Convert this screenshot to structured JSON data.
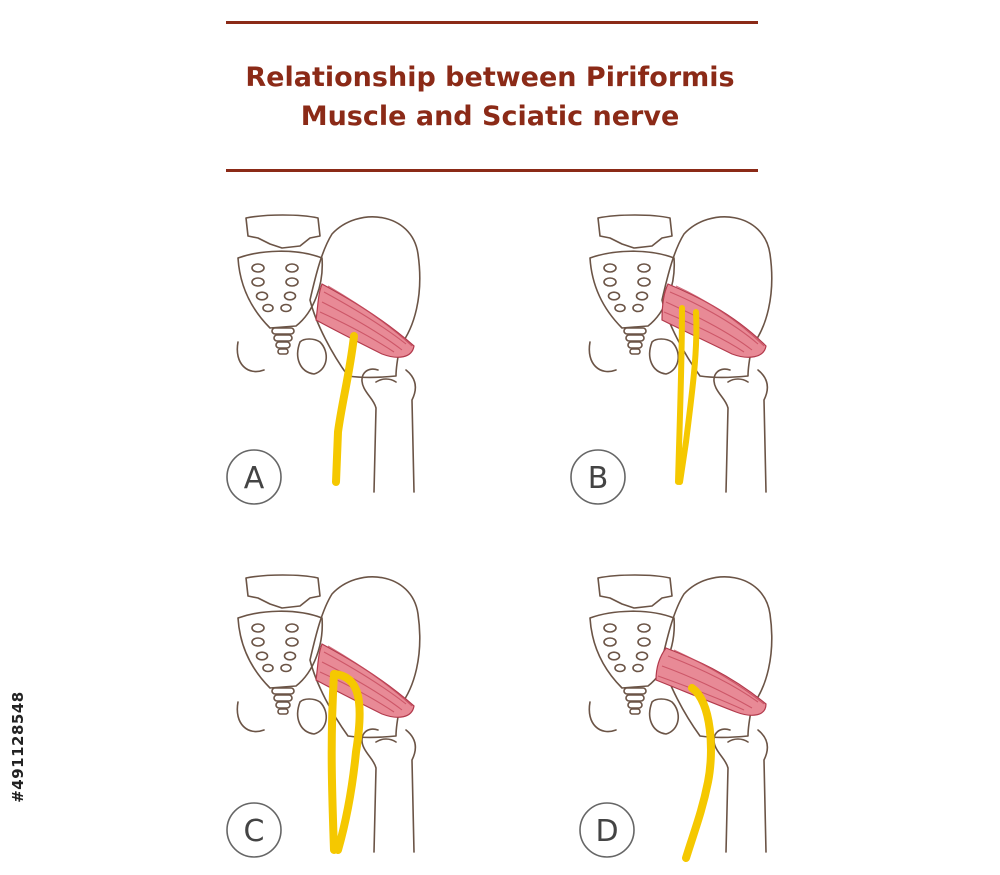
{
  "title": {
    "line1": "Relationship between Piriformis",
    "line2": "Muscle and Sciatic nerve"
  },
  "panels": [
    {
      "label": "A"
    },
    {
      "label": "B"
    },
    {
      "label": "C"
    },
    {
      "label": "D"
    }
  ],
  "stock_id": "#491128548",
  "colors": {
    "accent": "#8b2a17",
    "bone_stroke": "#6b5446",
    "muscle": "#e88a96",
    "muscle_fiber": "#c64a5c",
    "nerve": "#f5c800",
    "label_stroke": "#666666",
    "label_text": "#444444"
  }
}
